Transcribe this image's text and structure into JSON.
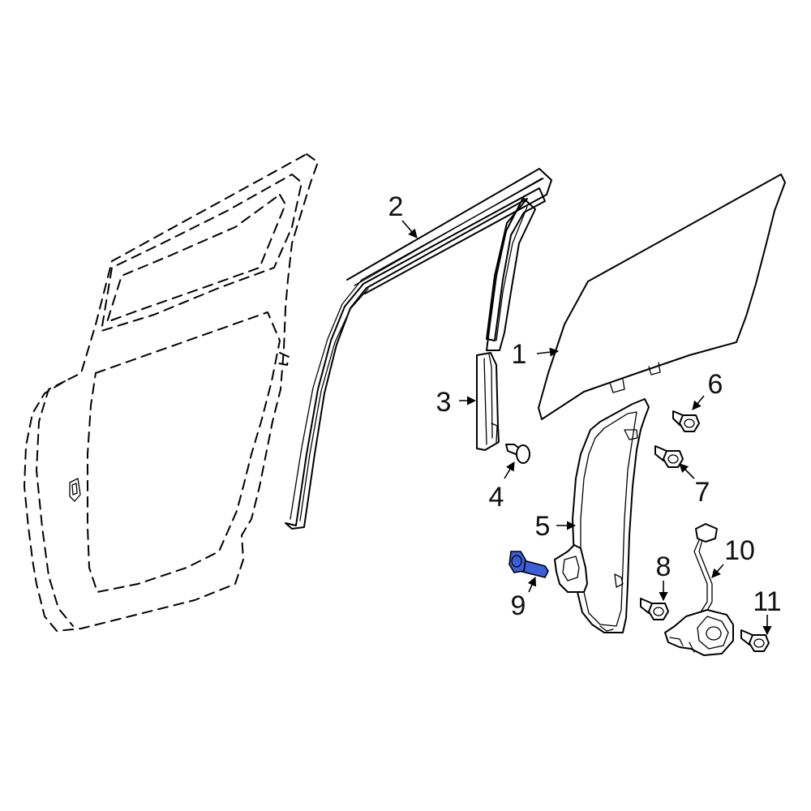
{
  "diagram": {
    "highlight_color": "#3a5fd9",
    "line_color": "#000000",
    "callouts": {
      "c1": "1",
      "c2": "2",
      "c3": "3",
      "c4": "4",
      "c5": "5",
      "c6": "6",
      "c7": "7",
      "c8": "8",
      "c9": "9",
      "c10": "10",
      "c11": "11"
    },
    "highlighted_part": "9"
  }
}
